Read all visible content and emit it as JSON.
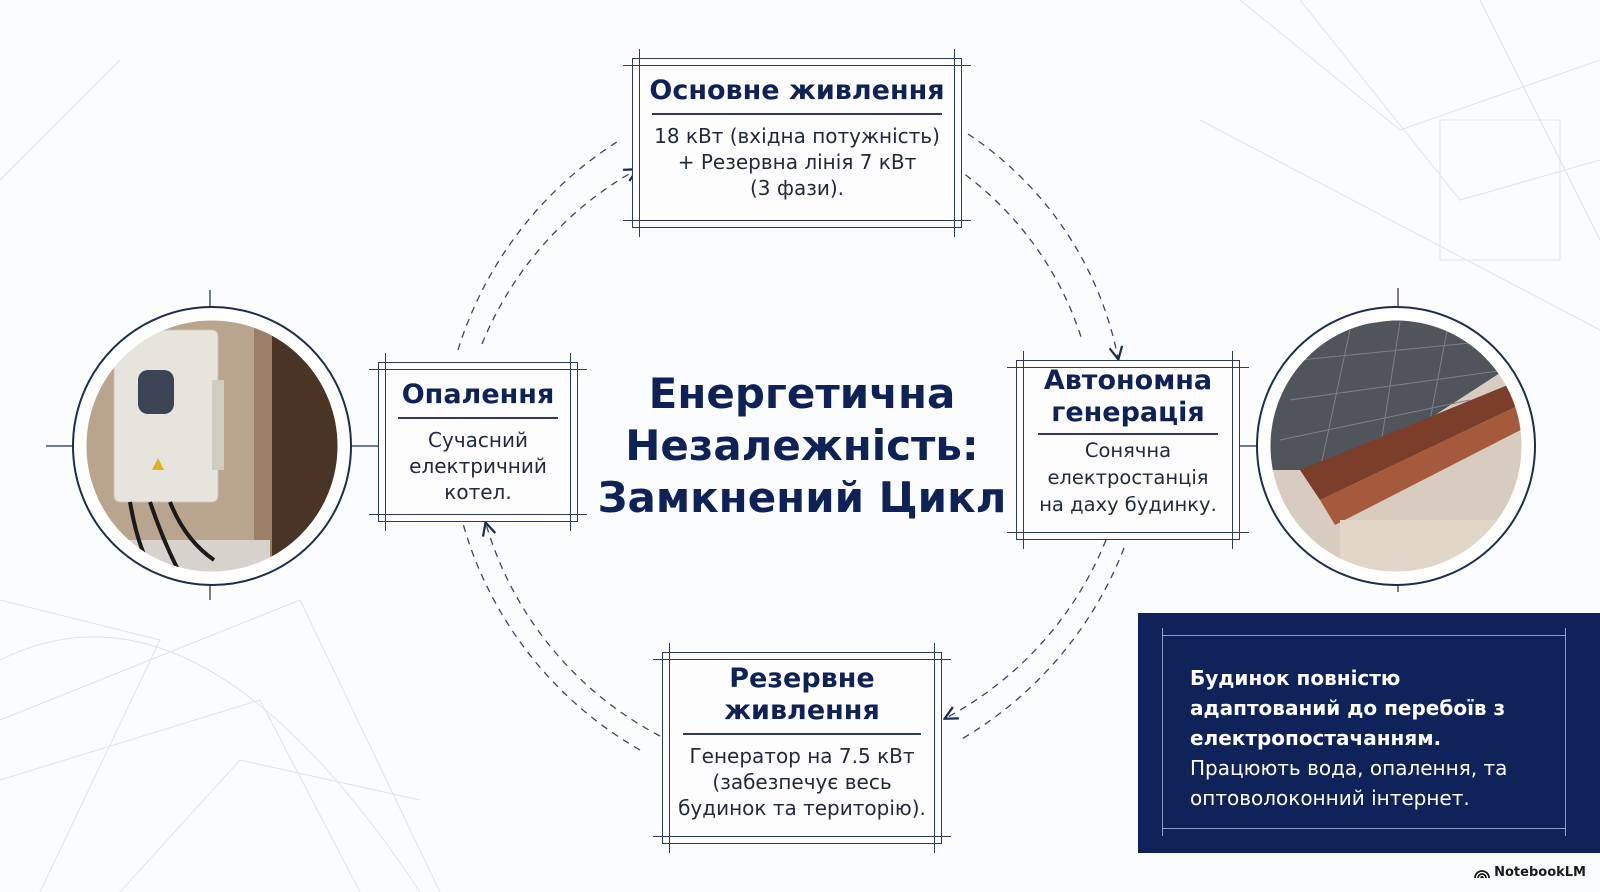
{
  "center_title": {
    "line1": "Енергетична",
    "line2": "Незалежність:",
    "line3": "Замкнений Цикл"
  },
  "nodes": {
    "main": {
      "title": "Основне живлення",
      "lines": [
        "18 кВт (вхідна потужність)",
        "+ Резервна лінія 7 кВт",
        "(3 фази)."
      ]
    },
    "autonomous": {
      "title_lines": [
        "Автономна",
        "генерація"
      ],
      "lines": [
        "Сонячна",
        "електростанція",
        "на даху будинку."
      ]
    },
    "reserve": {
      "title_lines": [
        "Резервне",
        "живлення"
      ],
      "lines": [
        "Генератор на 7.5 кВт",
        "(забезпечує весь",
        "будинок та територію)."
      ]
    },
    "heating": {
      "title": "Опалення",
      "lines": [
        "Сучасний",
        "електричний",
        "котел."
      ]
    }
  },
  "info_panel": {
    "bold_lines": [
      "Будинок повністю",
      "адаптований до перебоїв з",
      "електропостачанням."
    ],
    "lines": [
      "Працюють вода, опалення, та",
      "оптоволоконний інтернет."
    ]
  },
  "photos": {
    "left": "inverter-photo",
    "right": "solar-panels-photo"
  },
  "branding": {
    "label": "NotebookLM"
  },
  "colors": {
    "navy": "#0f235a",
    "line": "#2b3a5e",
    "background": "#fbfcfd"
  }
}
